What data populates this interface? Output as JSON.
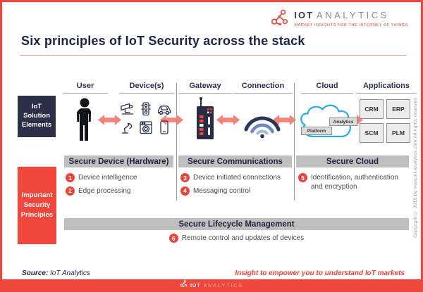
{
  "logo": {
    "iot": "IOT",
    "analytics": "ANALYTICS",
    "tagline": "MARKET INSIGHTS FOR THE INTERNET OF THINGS"
  },
  "title": "Six principles of IoT Security across the stack",
  "elements": {
    "label": "IoT Solution Elements",
    "columns": [
      "User",
      "Device(s)",
      "Gateway",
      "Connection",
      "Cloud",
      "Applications"
    ],
    "cloud": {
      "platform": "Platform",
      "analytics": "Analytics"
    },
    "applications": [
      "CRM",
      "ERP",
      "SCM",
      "PLM"
    ]
  },
  "principles": {
    "label": "Important Security Principles",
    "sections": [
      {
        "header": "Secure Device (Hardware)",
        "items": [
          {
            "num": "1",
            "text": "Device intelligence"
          },
          {
            "num": "2",
            "text": "Edge processing"
          }
        ]
      },
      {
        "header": "Secure Communications",
        "items": [
          {
            "num": "3",
            "text": "Device initiated connections"
          },
          {
            "num": "4",
            "text": "Messaging control"
          }
        ]
      },
      {
        "header": "Secure Cloud",
        "items": [
          {
            "num": "5",
            "text": "Identification, authentication and encryption"
          }
        ]
      }
    ],
    "lifecycle": {
      "header": "Secure Lifecycle Management",
      "item": {
        "num": "6",
        "text": "Remote control and updates of devices"
      }
    }
  },
  "footer": {
    "source_label": "Source:",
    "source_value": "IoT Analytics",
    "tagline": "Insight to empower you to understand IoT markets",
    "copyright": "Copyright © 2016 by www.iot-analytics.com All rights reserved",
    "logo_iot": "IOT",
    "logo_analytics": "ANALYTICS"
  },
  "colors": {
    "accent_red": "#F0463C",
    "arrow_salmon": "#F5827A",
    "navy": "#2B3048",
    "bar_gray": "#BFBFBF",
    "cloud_blue": "#29ABE2"
  }
}
